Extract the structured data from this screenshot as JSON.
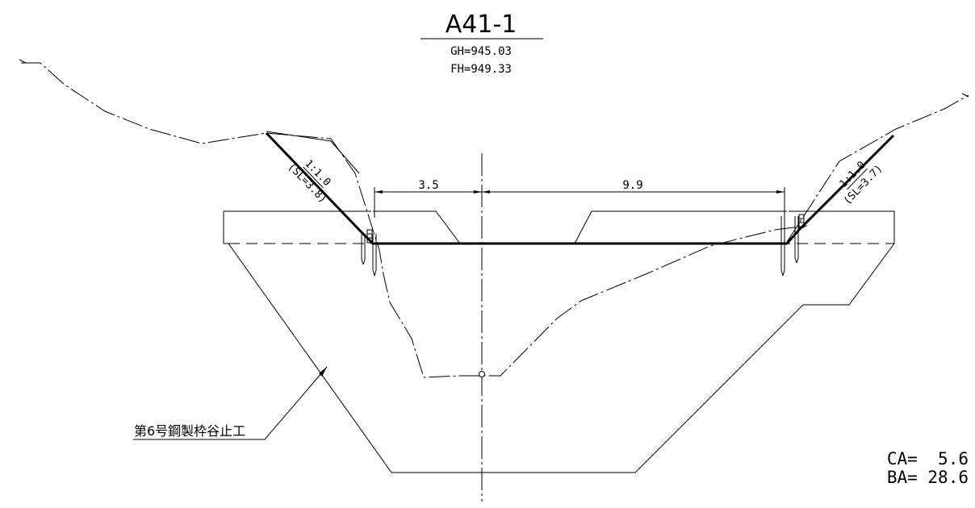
{
  "section": {
    "title": "A41-1",
    "gh": "GH=945.03",
    "fh": "FH=949.33"
  },
  "dimensions": {
    "left": "3.5",
    "right": "9.9"
  },
  "slopes": {
    "left_ratio": "1:1.0",
    "left_length": "(SL=3.8)",
    "right_ratio": "1:1.0",
    "right_length": "(SL=3.7)"
  },
  "structure_label": "第6号鋼製枠谷止工",
  "areas": {
    "ca": "CA=  5.6",
    "ba": "BA= 28.6"
  }
}
